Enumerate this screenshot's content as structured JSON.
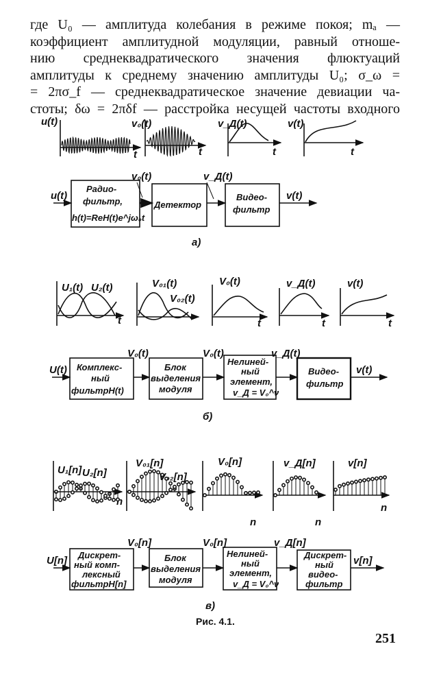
{
  "text_lines": [
    "где U₀ — амплитуда колебания в режиме покоя; mₐ —",
    "коэффициент амплитудной модуляции, равный отноше-",
    "нию среднеквадратического значения флюктуаций",
    "амплитуды к среднему значению амплитуды U₀; σ_ω =",
    "= 2πσ_f — среднеквадратическое значение девиации ча-",
    "стоты; δω = 2πδf — расстройка несущей частоты входного"
  ],
  "fig_a": {
    "graphs": [
      "u(t)",
      "v₀(t)",
      "v_Д(t)",
      "v(t)"
    ],
    "t": "t",
    "blocks": [
      [
        "Радио-",
        "фильтр,",
        "h(t)=ReH(t)e^jω₀t"
      ],
      [
        "Детектор"
      ],
      [
        "Видео-",
        "фильтр"
      ]
    ],
    "signals": [
      "u(t)",
      "v₀(t)",
      "v_Д(t)",
      "v(t)"
    ],
    "label": "а)"
  },
  "fig_b": {
    "graphs": [
      "U₁(t)",
      "U₂(t)",
      "V₀₁(t)",
      "V₀₂(t)",
      "V₀(t)",
      "v_Д(t)",
      "v(t)"
    ],
    "t": "t",
    "blocks": [
      [
        "Комплекс-",
        "ный",
        "фильтрН(t)"
      ],
      [
        "Блок",
        "выделения",
        "модуля"
      ],
      [
        "Нелиней-",
        "ный",
        "элемент,",
        "v_Д = V₀^ν"
      ],
      [
        "Видео-",
        "фильтр"
      ]
    ],
    "signals": [
      "U(t)",
      "V₀(t)",
      "V₀(t)",
      "v_Д(t)",
      "v(t)"
    ],
    "label": "б)"
  },
  "fig_c": {
    "graphs": [
      "U₁[n]",
      "U₂[n]",
      "V₀₁[n]",
      "V₀₂[n]",
      "V₀[n]",
      "v_Д[n]",
      "v[n]"
    ],
    "n": "n",
    "blocks": [
      [
        "Дискрет-",
        "ный комп-",
        "лексный",
        "фильтрН[n]"
      ],
      [
        "Блок",
        "выделения",
        "модуля"
      ],
      [
        "Нелиней-",
        "ный",
        "элемент,",
        "v_Д = V₀^ν"
      ],
      [
        "Дискрет-",
        "ный",
        "видео-",
        "фильтр"
      ]
    ],
    "signals": [
      "U[n]",
      "V₀[n]",
      "V₀[n]",
      "v_Д[n]",
      "v[n]"
    ],
    "label": "в)"
  },
  "caption": "Рис. 4.1.",
  "page_number": "251"
}
